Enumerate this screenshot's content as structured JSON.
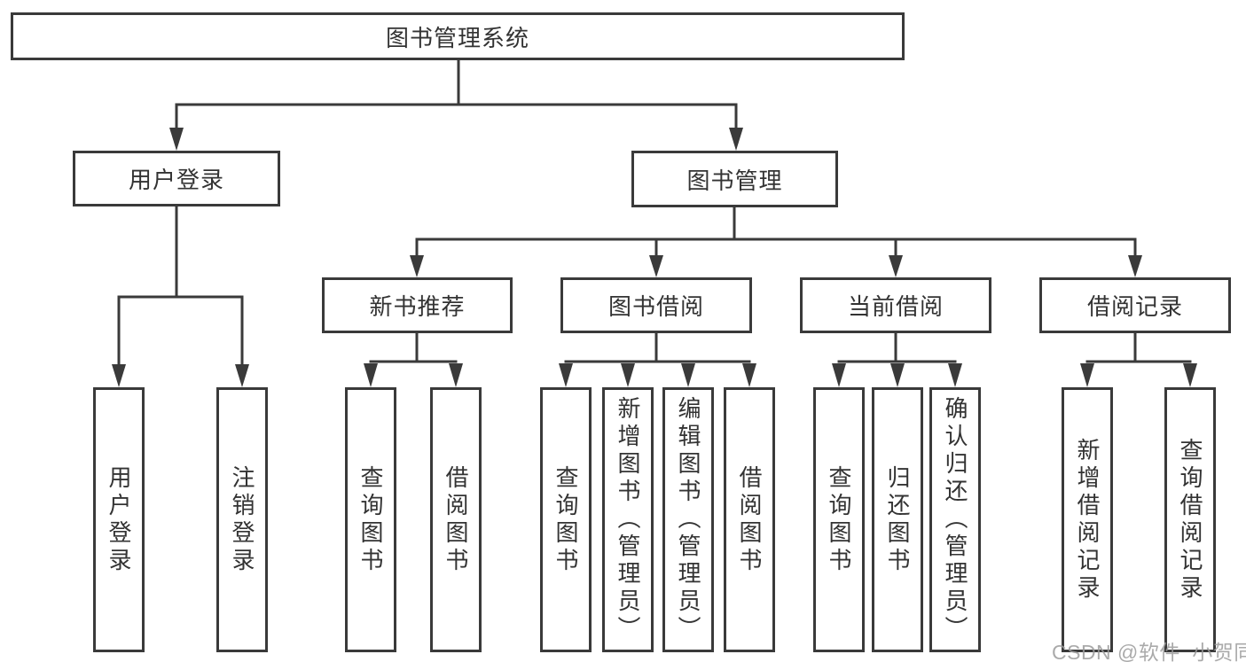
{
  "colors": {
    "line": "#3a3a3a",
    "box_border": "#3a3a3a",
    "text": "#333333",
    "watermark": "#9c9c9c",
    "background": "#ffffff"
  },
  "tree": {
    "root": {
      "label": "图书管理系统"
    },
    "branches": [
      {
        "label": "用户登录",
        "children": [
          {
            "label": "用户登录"
          },
          {
            "label": "注销登录"
          }
        ]
      },
      {
        "label": "图书管理",
        "children": [
          {
            "label": "新书推荐",
            "children": [
              {
                "label": "查询图书"
              },
              {
                "label": "借阅图书"
              }
            ]
          },
          {
            "label": "图书借阅",
            "children": [
              {
                "label": "查询图书"
              },
              {
                "label": "新增图书（管理员）"
              },
              {
                "label": "编辑图书（管理员）"
              },
              {
                "label": "借阅图书"
              }
            ]
          },
          {
            "label": "当前借阅",
            "children": [
              {
                "label": "查询图书"
              },
              {
                "label": "归还图书"
              },
              {
                "label": "确认归还（管理员）"
              }
            ]
          },
          {
            "label": "借阅记录",
            "children": [
              {
                "label": "新增借阅记录"
              },
              {
                "label": "查询借阅记录"
              }
            ]
          }
        ]
      }
    ]
  },
  "watermark": {
    "text": "CSDN @软件_小贺同学"
  }
}
